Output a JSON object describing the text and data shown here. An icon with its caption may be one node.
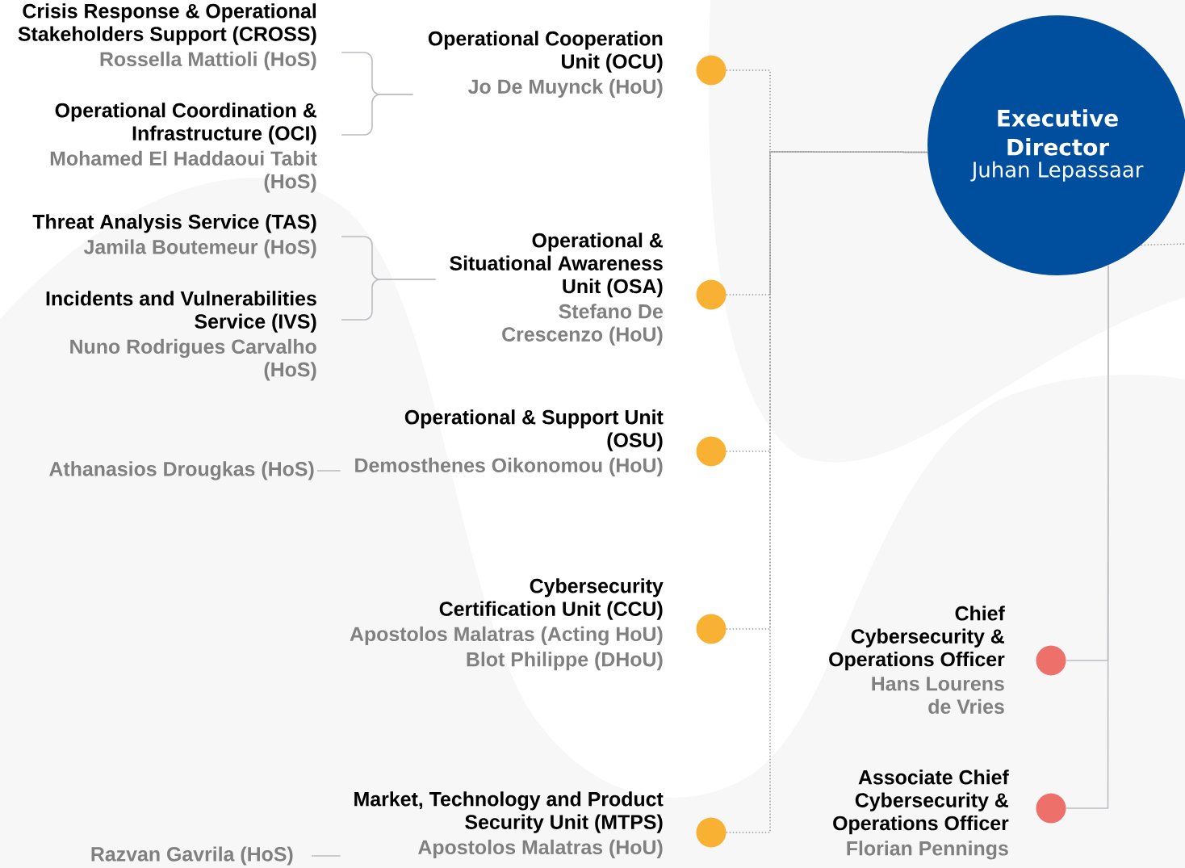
{
  "diagram": {
    "nodes": [
      {
        "text": [
          "Executive Director",
          "Juhan Lepassaar"
        ]
      },
      {
        "text": [
          "Crisis Response & Operational Stakeholders Support (CROSS)",
          "Rossella Mattioli (HoS)"
        ]
      },
      {
        "text": [
          "Operational Coordination & Infrastructure (OCI)",
          "Mohamed El Haddaoui Tabit (HoS)"
        ]
      },
      {
        "text": [
          "Threat Analysis Service (TAS)",
          "Jamila Boutemeur (HoS)"
        ]
      },
      {
        "text": [
          "Incidents and Vulnerabilities Service (IVS)",
          "Nuno Rodrigues Carvalho (HoS)"
        ]
      },
      {
        "text": [
          "Operational Cooperation Unit (OCU)",
          "Jo De Muynck (HoU)"
        ]
      },
      {
        "text": [
          "Operational & Situational Awareness Unit (OSA)",
          "Stefano De Crescenzo (HoU)"
        ]
      },
      {
        "text": [
          "Operational & Support Unit (OSU)",
          "Demosthenes Oikonomou (HoU)"
        ]
      },
      {
        "text": [
          "Cybersecurity Certification Unit (CCU)",
          "Apostolos Malatras (Acting HoU)",
          "Blot Philippe (DHoU)"
        ]
      },
      {
        "text": [
          "Market, Technology and Product Security Unit (MTPS)",
          "Apostolos Malatras (HoU)"
        ]
      },
      {
        "text": [
          "Athanasios Drougkas (HoS)"
        ]
      },
      {
        "text": [
          "Razvan Gavrila (HoS)"
        ]
      },
      {
        "text": [],
        "shape": "circle"
      },
      {
        "text": [],
        "shape": "circle"
      },
      {
        "text": [],
        "shape": "circle"
      },
      {
        "text": [],
        "shape": "circle"
      },
      {
        "text": [],
        "shape": "circle"
      },
      {
        "text": [
          "Chief Cybersecurity & Operations Officer",
          "Hans Lourens de Vries"
        ]
      },
      {
        "text": [
          "Associate Chief Cybersecurity & Operations Officer",
          "Florian Pennings"
        ]
      },
      {
        "text": [],
        "shape": "circle"
      },
      {
        "text": [],
        "shape": "circle"
      }
    ],
    "edges": [
      {
        "from": 1,
        "to": 5,
        "arrow": "none"
      },
      {
        "from": 2,
        "to": 5,
        "arrow": "none"
      },
      {
        "from": 3,
        "to": 6,
        "arrow": "none"
      },
      {
        "from": 4,
        "to": 6,
        "arrow": "none"
      },
      {
        "from": 10,
        "to": 7,
        "arrow": "none"
      },
      {
        "from": 11,
        "to": 9,
        "arrow": "none"
      },
      {
        "from": 12,
        "to": 0,
        "arrow": "none",
        "style": "dashed"
      },
      {
        "from": 13,
        "to": 0,
        "arrow": "none",
        "style": "dashed"
      },
      {
        "from": 14,
        "to": 0,
        "arrow": "none",
        "style": "dashed"
      },
      {
        "from": 15,
        "to": 0,
        "arrow": "none",
        "style": "dashed"
      },
      {
        "from": 16,
        "to": 0,
        "arrow": "none",
        "style": "dashed"
      },
      {
        "from": 19,
        "to": 0,
        "arrow": "none"
      },
      {
        "from": 20,
        "to": 0,
        "arrow": "none"
      },
      {
        "from": 0,
        "to": null,
        "arrow": "none",
        "style": "dashed"
      }
    ]
  }
}
